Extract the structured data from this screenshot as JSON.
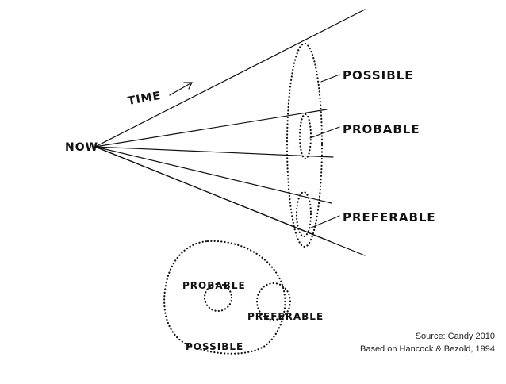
{
  "labels": {
    "now": "NOW",
    "time": "TIME",
    "cone_possible": "POSSIBLE",
    "cone_probable": "PROBABLE",
    "cone_preferable": "PREFERABLE",
    "venn_probable": "PROBABLE",
    "venn_preferable": "PREFERABLE",
    "venn_possible": "POSSIBLE"
  },
  "source": {
    "line1": "Source: Candy 2010",
    "line2": "Based on Hancock & Bezold, 1994"
  }
}
